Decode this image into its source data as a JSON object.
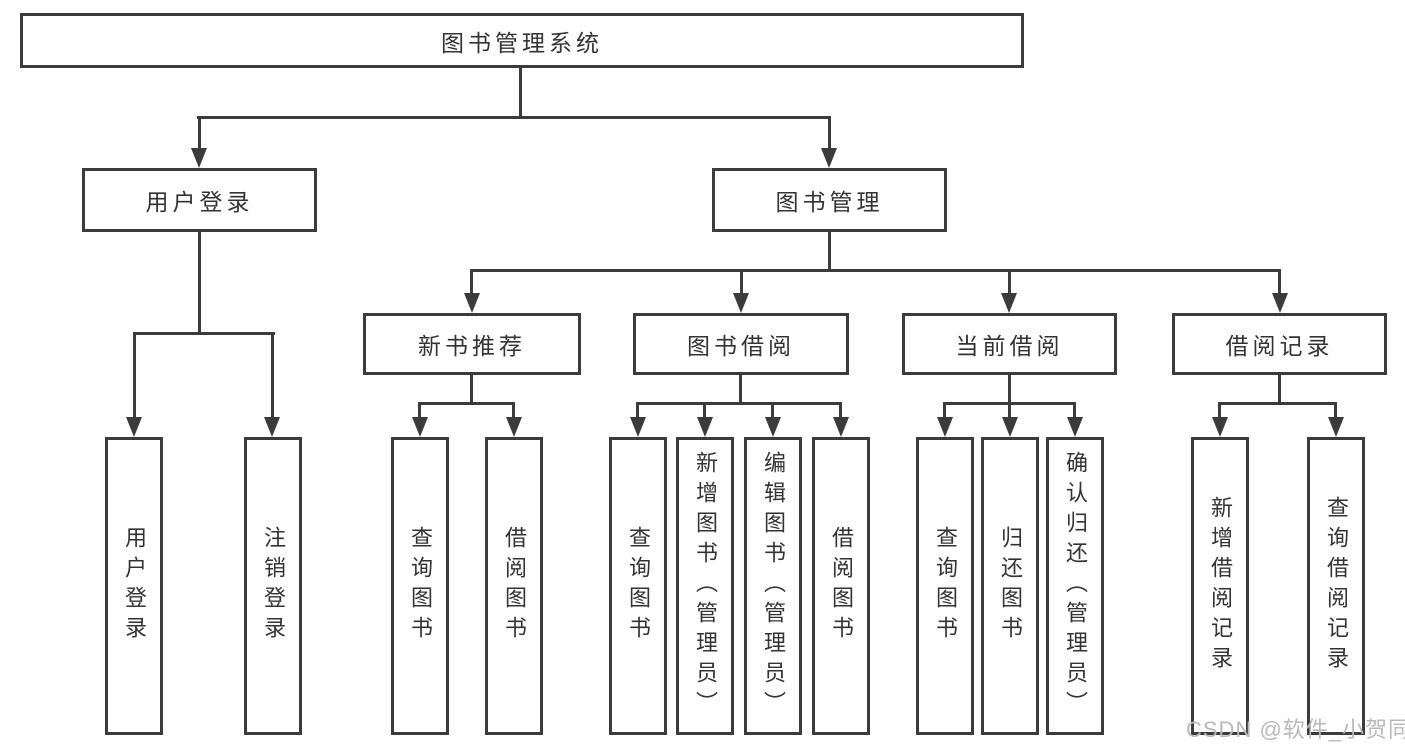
{
  "diagram": {
    "root_label": "图书管理系统",
    "branches": [
      {
        "label": "用户登录",
        "leaves": [
          {
            "label": "用户登录"
          },
          {
            "label": "注销登录"
          }
        ]
      },
      {
        "label": "图书管理",
        "groups": [
          {
            "label": "新书推荐",
            "leaves": [
              {
                "label": "查询图书"
              },
              {
                "label": "借阅图书"
              }
            ]
          },
          {
            "label": "图书借阅",
            "leaves": [
              {
                "label": "查询图书"
              },
              {
                "label": "新增图书（管理员）"
              },
              {
                "label": "编辑图书（管理员）"
              },
              {
                "label": "借阅图书"
              }
            ]
          },
          {
            "label": "当前借阅",
            "leaves": [
              {
                "label": "查询图书"
              },
              {
                "label": "归还图书"
              },
              {
                "label": "确认归还（管理员）"
              }
            ]
          },
          {
            "label": "借阅记录",
            "leaves": [
              {
                "label": "新增借阅记录"
              },
              {
                "label": "查询借阅记录"
              }
            ]
          }
        ]
      }
    ]
  },
  "watermark": {
    "text": "CSDN @软件_小贺同学"
  },
  "colors": {
    "line": "#3b3b3b",
    "text": "#333333",
    "watermark": "#b9b9b9",
    "background": "#ffffff"
  }
}
